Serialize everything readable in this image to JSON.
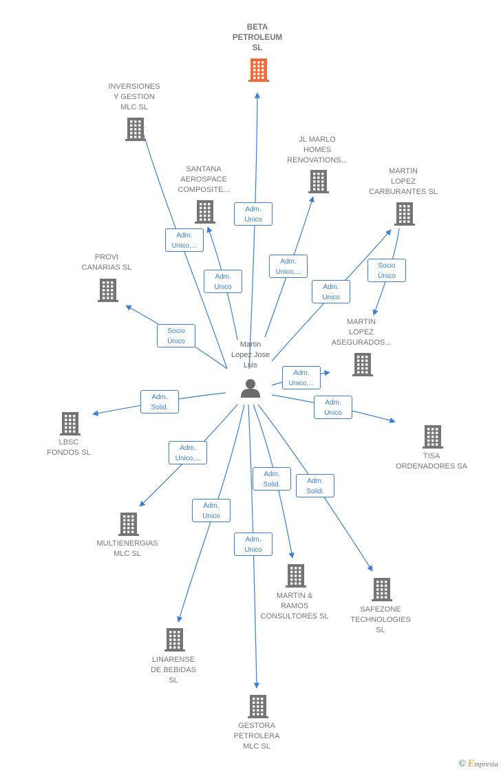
{
  "colors": {
    "edge": "#3a7fd5",
    "building": "#757575",
    "main_building": "#f26a3a",
    "person": "#6b6b6b"
  },
  "person": {
    "label": "Martin\nLopez Jose\nLuis",
    "icon": "person-icon"
  },
  "companies": [
    {
      "id": "beta",
      "label": "BETA\nPETROLEUM\nSL",
      "main": true,
      "icon": "building-icon"
    },
    {
      "id": "inversiones",
      "label": "INVERSIONES\nY GESTION\nMLC  SL",
      "icon": "building-icon"
    },
    {
      "id": "jlmarlo",
      "label": "JL MARLO\nHOMES\nRENOVATIONS...",
      "icon": "building-icon"
    },
    {
      "id": "santana",
      "label": "SANTANA\nAEROSPACE\nCOMPOSITE...",
      "icon": "building-icon"
    },
    {
      "id": "mlcarburantes",
      "label": "MARTIN\nLOPEZ\nCARBURANTES SL",
      "icon": "building-icon"
    },
    {
      "id": "provi",
      "label": "PROVI\nCANARIAS SL",
      "icon": "building-icon"
    },
    {
      "id": "mlasegurados",
      "label": "MARTIN\nLOPEZ\nASEGURADOS...",
      "icon": "building-icon"
    },
    {
      "id": "lbsc",
      "label": "LBSC\nFONDOS  SL",
      "icon": "building-icon"
    },
    {
      "id": "tisa",
      "label": "TISA\nORDENADORES SA",
      "icon": "building-icon"
    },
    {
      "id": "multienergias",
      "label": "MULTIENERGIAS\nMLC  SL",
      "icon": "building-icon"
    },
    {
      "id": "martinramos",
      "label": "MARTIN &\nRAMOS\nCONSULTORES SL",
      "icon": "building-icon"
    },
    {
      "id": "safezone",
      "label": "SAFEZONE\nTECHNOLOGIES\nSL",
      "icon": "building-icon"
    },
    {
      "id": "linarense",
      "label": "LINARENSE\nDE BEBIDAS\nSL",
      "icon": "building-icon"
    },
    {
      "id": "gestora",
      "label": "GESTORA\nPETROLERA\nMLC  SL",
      "icon": "building-icon"
    }
  ],
  "relations": [
    {
      "to": "beta",
      "label": "Adm.\nUnico"
    },
    {
      "to": "inversiones",
      "label": "Adm.\nUnico,..."
    },
    {
      "to": "santana",
      "label": "Adm.\nUnico"
    },
    {
      "to": "jlmarlo",
      "label": "Adm.\nUnico,..."
    },
    {
      "to": "mlcarburantes",
      "label": "Adm.\nUnico"
    },
    {
      "from": "mlcarburantes",
      "to": "mlasegurados",
      "label": "Socio\nÚnico"
    },
    {
      "to": "provi",
      "label": "Socio\nÚnico"
    },
    {
      "to": "mlasegurados",
      "label": "Adm.\nUnico,..."
    },
    {
      "to": "lbsc",
      "label": "Adm.\nSolid."
    },
    {
      "to": "tisa",
      "label": "Adm.\nUnico"
    },
    {
      "to": "multienergias",
      "label": "Adm.\nUnico,..."
    },
    {
      "to": "linarense",
      "label": "Adm.\nUnico"
    },
    {
      "to": "gestora",
      "label": "Adm.\nUnico"
    },
    {
      "to": "martinramos",
      "label": "Adm.\nSolid."
    },
    {
      "to": "safezone",
      "label": "Adm.\nSolid."
    }
  ],
  "brand": {
    "copyright": "©",
    "initial": "E",
    "rest": "mpresia"
  }
}
